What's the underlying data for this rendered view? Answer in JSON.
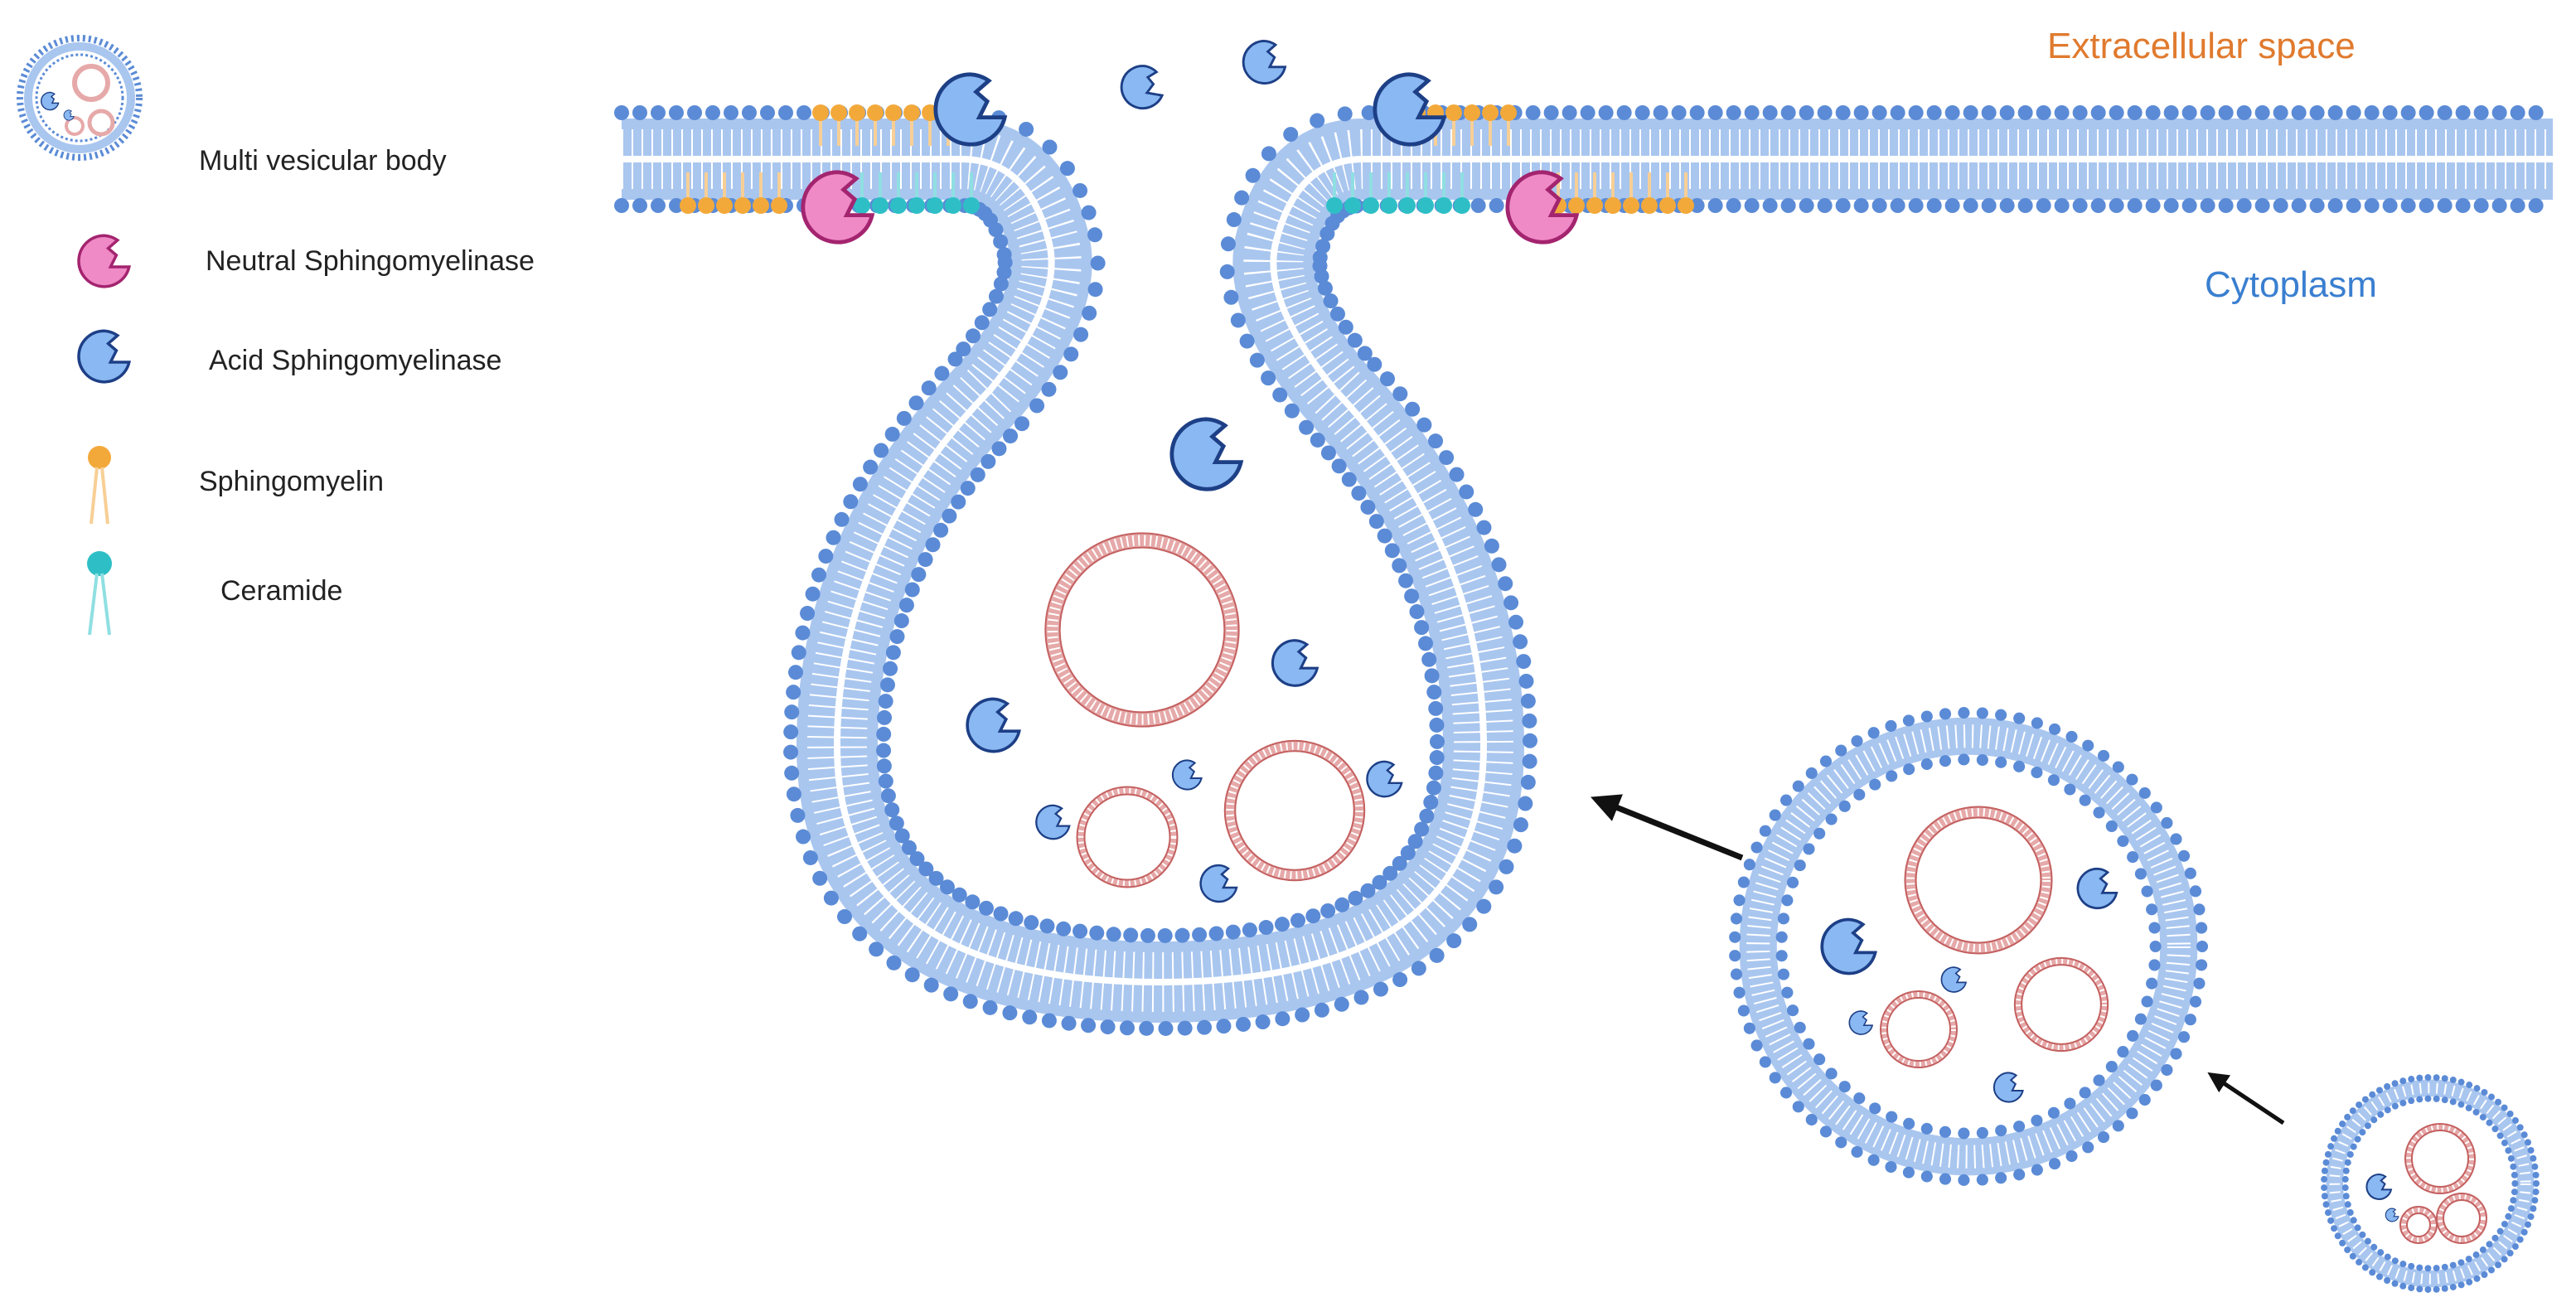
{
  "legend": {
    "items": [
      {
        "key": "mvb",
        "label": "Multi vesicular body",
        "icon": "multivesicular-body-icon"
      },
      {
        "key": "nsm",
        "label": "Neutral Sphingomyelinase",
        "icon": "neutral-sphingomyelinase-icon"
      },
      {
        "key": "asm",
        "label": "Acid Sphingomyelinase",
        "icon": "acid-sphingomyelinase-icon"
      },
      {
        "key": "sm",
        "label": "Sphingomyelin",
        "icon": "sphingomyelin-lipid-icon"
      },
      {
        "key": "cer",
        "label": "Ceramide",
        "icon": "ceramide-lipid-icon"
      }
    ]
  },
  "regions": {
    "extracellular": "Extracellular space",
    "cytoplasm": "Cytoplasm"
  },
  "colors": {
    "membrane_head": "#5b8bd6",
    "membrane_tail": "#a9c6ef",
    "sphingomyelin": "#f3a93a",
    "sphingomyelin_tail": "#f7cf95",
    "ceramide": "#2ebfc6",
    "ceramide_tail": "#8fdfe2",
    "acid_smase_fill": "#8ab8f2",
    "acid_smase_stroke": "#1d3f86",
    "neutral_smase_fill": "#f08ac6",
    "neutral_smase_stroke": "#a3246f",
    "inner_vesicle": "#c46060",
    "inner_vesicle_light": "#e6a9a9",
    "extracellular_text": "#e07a2e",
    "cytoplasm_text": "#3a7fd0",
    "arrow": "#111111"
  }
}
